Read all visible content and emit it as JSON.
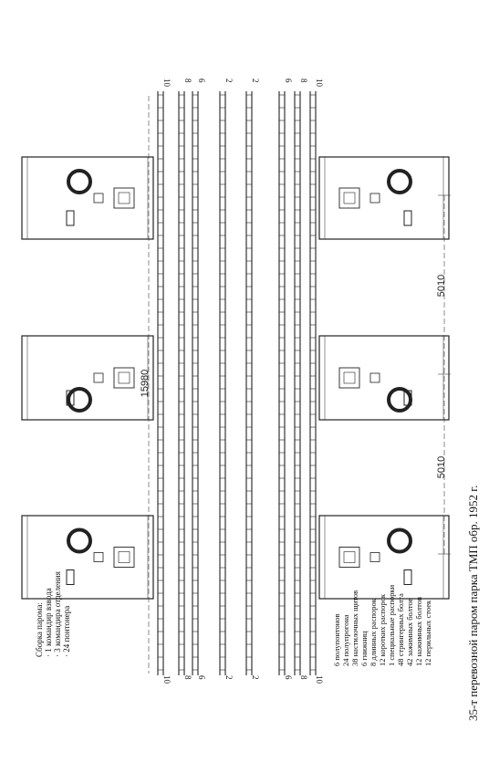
{
  "title": "35-т перевозной паром парка ТМП обр. 1952 г.",
  "dimensions": {
    "overall": "15980",
    "span_upper": "5010",
    "span_lower": "5010"
  },
  "track_numbers_top": [
    "10",
    "8",
    "6",
    "2",
    "2",
    "6",
    "8",
    "10"
  ],
  "track_numbers_bottom": [
    "10",
    "8",
    "6",
    "2",
    "2",
    "6",
    "8",
    "10"
  ],
  "crew": {
    "heading": "Сборка парома:",
    "items": [
      "· 1 командир взвода",
      "· 3 командира отделения",
      "· 24 понтонера"
    ]
  },
  "parts": [
    "6 полупонтонов",
    "24 полупрогона",
    "38 настилочных щитов",
    "6 гнижниц",
    "8 длинных распорок",
    "12 коротких распорок",
    "1 специальные распорки",
    "48 стрингерных болта",
    "42 зажимных болтов",
    "12 нажимных болтов",
    "12 перильных стоек"
  ],
  "colors": {
    "line": "#222222",
    "background": "#ffffff"
  }
}
